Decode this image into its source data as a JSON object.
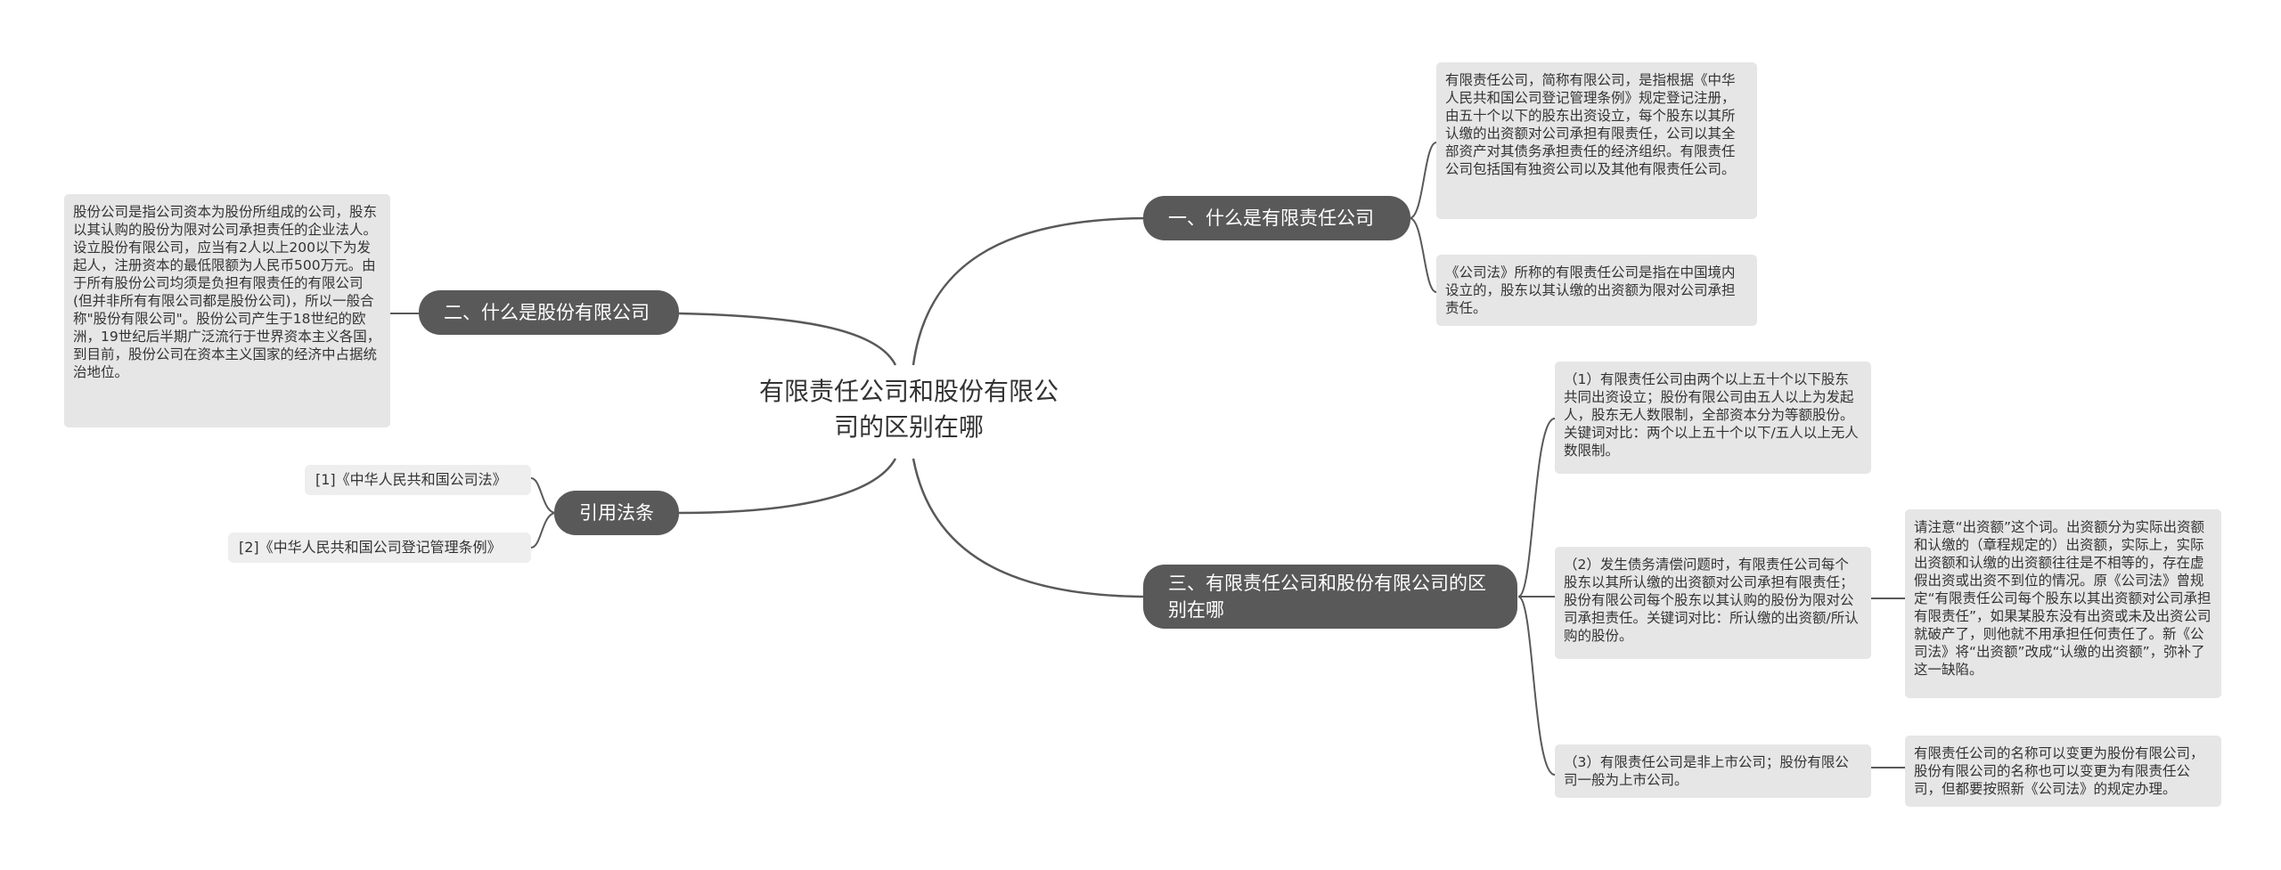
{
  "root": {
    "title": "有限责任公司和股份有限公司的区别在哪"
  },
  "branch1": {
    "label": "一、什么是有限责任公司",
    "leaf1": "有限责任公司，简称有限公司，是指根据《中华人民共和国公司登记管理条例》规定登记注册，由五十个以下的股东出资设立，每个股东以其所认缴的出资额对公司承担有限责任，公司以其全部资产对其债务承担责任的经济组织。有限责任公司包括国有独资公司以及其他有限责任公司。",
    "leaf2": "《公司法》所称的有限责任公司是指在中国境内设立的，股东以其认缴的出资额为限对公司承担责任。"
  },
  "branch2": {
    "label": "二、什么是股份有限公司",
    "leaf1": "股份公司是指公司资本为股份所组成的公司，股东以其认购的股份为限对公司承担责任的企业法人。设立股份有限公司，应当有2人以上200以下为发起人，注册资本的最低限额为人民币500万元。由于所有股份公司均须是负担有限责任的有限公司(但并非所有有限公司都是股份公司)，所以一般合称\"股份有限公司\"。股份公司产生于18世纪的欧洲，19世纪后半期广泛流行于世界资本主义各国，到目前，股份公司在资本主义国家的经济中占据统治地位。"
  },
  "branch3": {
    "label": "三、有限责任公司和股份有限公司的区别在哪",
    "leaf1": "（1）有限责任公司由两个以上五十个以下股东共同出资设立；股份有限公司由五人以上为发起人，股东无人数限制，全部资本分为等额股份。关键词对比：两个以上五十个以下/五人以上无人数限制。",
    "leaf2": "（2）发生债务清偿问题时，有限责任公司每个股东以其所认缴的出资额对公司承担有限责任；股份有限公司每个股东以其认购的股份为限对公司承担责任。关键词对比：所认缴的出资额/所认购的股份。",
    "leaf2_note": "请注意“出资额”这个词。出资额分为实际出资额和认缴的（章程规定的）出资额，实际上，实际出资额和认缴的出资额往往是不相等的，存在虚假出资或出资不到位的情况。原《公司法》曾规定“有限责任公司每个股东以其出资额对公司承担有限责任”，如果某股东没有出资或未及出资公司就破产了，则他就不用承担任何责任了。新《公司法》将“出资额”改成“认缴的出资额”，弥补了这一缺陷。",
    "leaf3": "（3）有限责任公司是非上市公司；股份有限公司一般为上市公司。",
    "leaf3_note": "有限责任公司的名称可以变更为股份有限公司，股份有限公司的名称也可以变更为有限责任公司，但都要按照新《公司法》的规定办理。"
  },
  "branch4": {
    "label": "引用法条",
    "ref1": "[1]《中华人民共和国公司法》",
    "ref2": "[2]《中华人民共和国公司登记管理条例》"
  },
  "colors": {
    "branch_bg": "#595959",
    "leaf_bg": "#e6e6e6",
    "line": "#595959"
  }
}
